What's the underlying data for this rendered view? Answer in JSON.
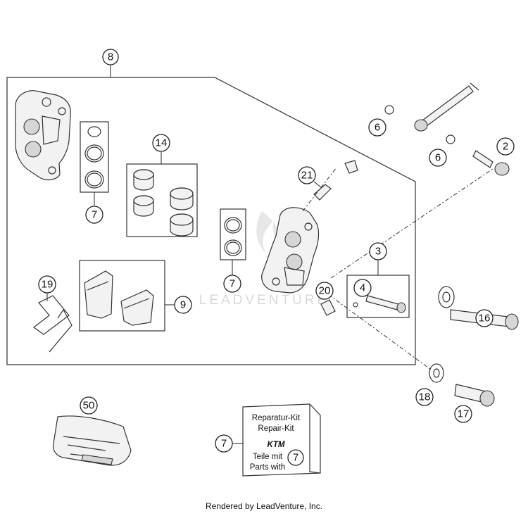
{
  "diagram": {
    "callouts": [
      {
        "id": "c8",
        "label": "8"
      },
      {
        "id": "c7a",
        "label": "7"
      },
      {
        "id": "c14",
        "label": "14"
      },
      {
        "id": "c21",
        "label": "21"
      },
      {
        "id": "c6a",
        "label": "6"
      },
      {
        "id": "c6b",
        "label": "6"
      },
      {
        "id": "c2",
        "label": "2"
      },
      {
        "id": "c3",
        "label": "3"
      },
      {
        "id": "c4",
        "label": "4"
      },
      {
        "id": "c20",
        "label": "20"
      },
      {
        "id": "c7b",
        "label": "7"
      },
      {
        "id": "c9",
        "label": "9"
      },
      {
        "id": "c19",
        "label": "19"
      },
      {
        "id": "c16",
        "label": "16"
      },
      {
        "id": "c18",
        "label": "18"
      },
      {
        "id": "c17",
        "label": "17"
      },
      {
        "id": "c50",
        "label": "50"
      },
      {
        "id": "c7c",
        "label": "7"
      },
      {
        "id": "c7d",
        "label": "7"
      }
    ],
    "repair_kit": {
      "line1": "Reparatur-Kit",
      "line2": "Repair-Kit",
      "brand": "KTM",
      "line3": "Teile mit",
      "line4": "Parts with"
    },
    "watermark": "LEADVENTURE"
  },
  "footer": {
    "text": "Rendered by LeadVenture, Inc."
  }
}
